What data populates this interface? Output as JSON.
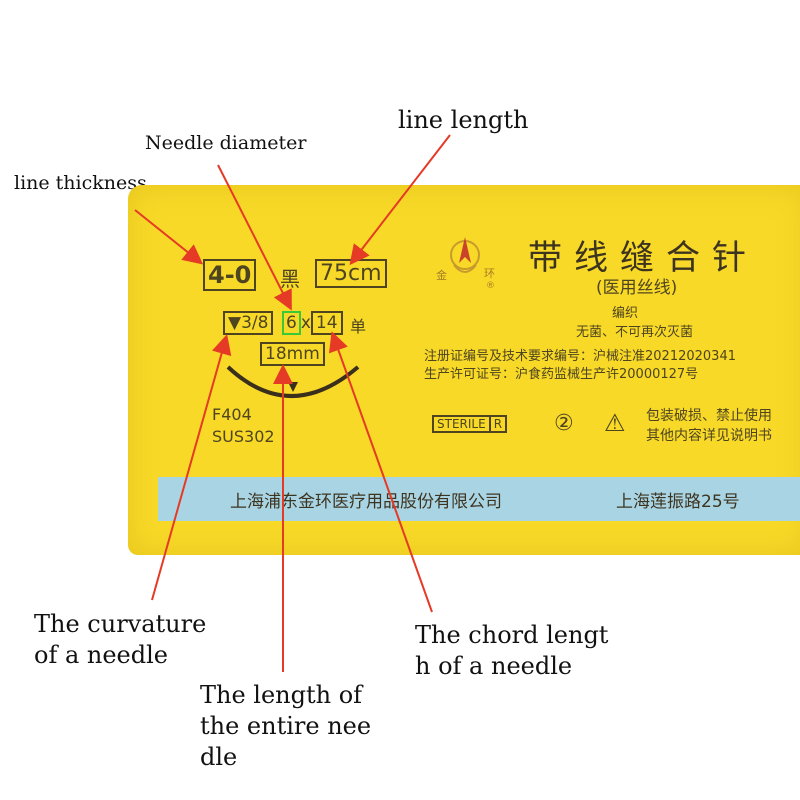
{
  "callouts": {
    "line_length": "line length",
    "needle_diameter": "Needle diameter",
    "line_thickness": "line thickness",
    "curvature": [
      "The curvature",
      " of a needle"
    ],
    "chord_length": [
      "The chord lengt",
      "h of a needle"
    ],
    "entire_length": [
      "The length of",
      "the entire nee",
      "dle"
    ]
  },
  "package": {
    "suture_size": "4-0",
    "color_char": "黑",
    "thread_length": "75cm",
    "curvature_value": "▼3/8",
    "needle_diameter": "6",
    "times_sign": "x",
    "chord_value": "14",
    "single_char": "单",
    "needle_length": "18mm",
    "model": "F404",
    "material": "SUS302",
    "product_title": "带线缝合针",
    "subtitle": "(医用丝线)",
    "weave": "编织",
    "sterile_note": "无菌、不可再次灭菌",
    "registration": "注册证编号及技术要求编号：沪械注准20212020341",
    "license": "生产许可证号：沪食药监械生产许20000127号",
    "sterile_label": "STERILE",
    "sterile_r": "R",
    "warning_1": "包装破损、禁止使用",
    "warning_2": "其他内容详见说明书",
    "company": "上海浦东金环医疗用品股份有限公司",
    "address": "上海莲振路25号",
    "logo_left": "金",
    "logo_right": "环",
    "logo_registered": "®"
  },
  "colors": {
    "package_yellow": "#f8d927",
    "cert_strip_blue": "#a9d4e4",
    "arrow_red": "#e53a25",
    "text_olive": "#4e4520",
    "highlight_green": "#38c83a"
  }
}
